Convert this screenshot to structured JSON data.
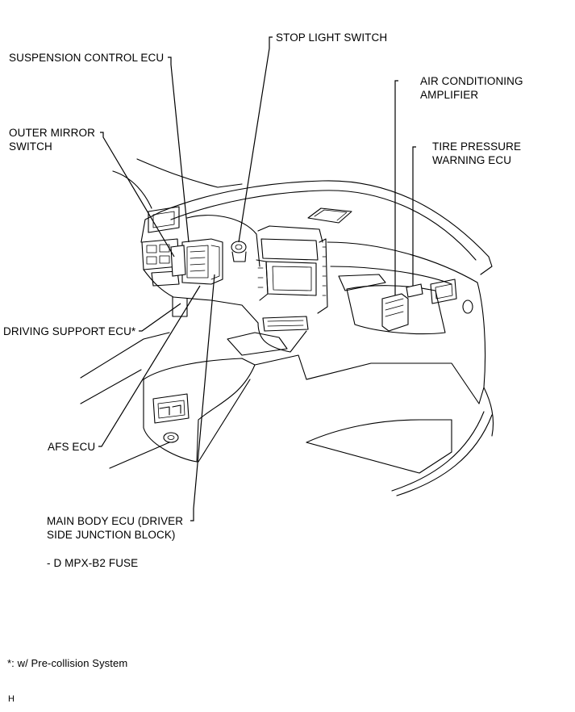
{
  "labels": {
    "stop_light_switch": "STOP LIGHT SWITCH",
    "suspension_control_ecu": "SUSPENSION CONTROL ECU",
    "air_conditioning_line1": "AIR CONDITIONING",
    "air_conditioning_line2": "AMPLIFIER",
    "outer_mirror_line1": "OUTER MIRROR",
    "outer_mirror_line2": "SWITCH",
    "tire_pressure_line1": "TIRE PRESSURE",
    "tire_pressure_line2": "WARNING ECU",
    "driving_support_ecu": "DRIVING SUPPORT ECU*",
    "afs_ecu": "AFS ECU",
    "main_body_line1": "MAIN BODY ECU (DRIVER",
    "main_body_line2": "SIDE JUNCTION BLOCK)",
    "fuse": "- D MPX-B2 FUSE"
  },
  "footnote": "*: w/ Pre-collision System",
  "corner_mark": "H"
}
